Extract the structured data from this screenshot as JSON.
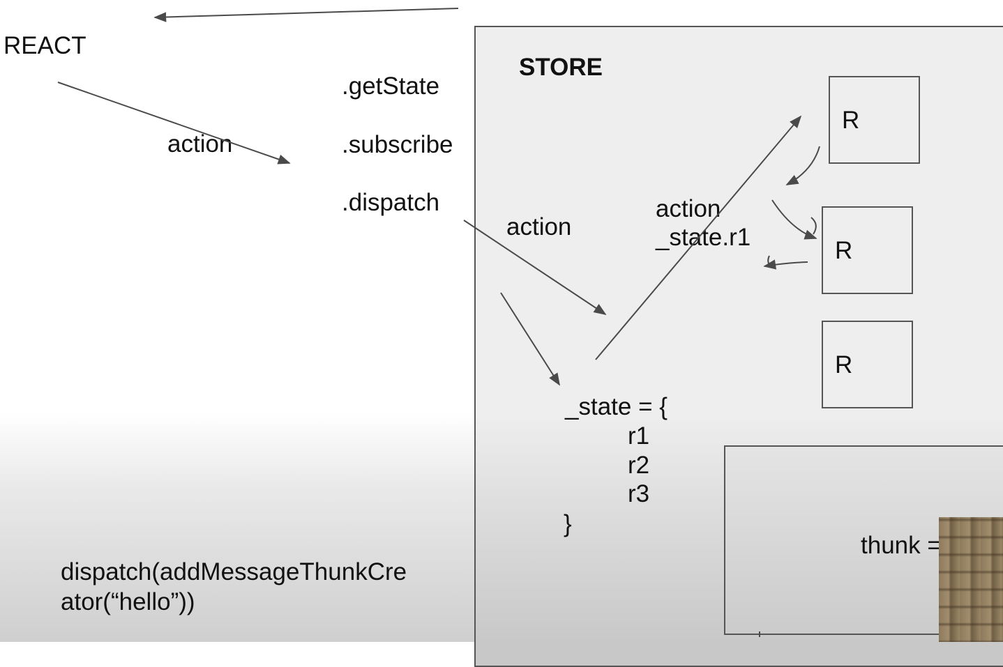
{
  "left": {
    "react_label": "REACT",
    "action_label": "action",
    "methods": {
      "get_state": ".getState",
      "subscribe": ".subscribe",
      "dispatch": ".dispatch"
    },
    "dispatch_code_line1": "dispatch(addMessageThunkCre",
    "dispatch_code_line2": "ator(“hello”))"
  },
  "store": {
    "title": "STORE",
    "action_label": "action",
    "reducer_call_line1": "action",
    "reducer_call_line2": "_state.r1",
    "reducers": [
      {
        "label": "R"
      },
      {
        "label": "R"
      },
      {
        "label": "R"
      }
    ],
    "state_lines": [
      "_state = {",
      "r1",
      "r2",
      "r3",
      "}"
    ],
    "thunk_label": "thunk ="
  },
  "colors": {
    "arrow": "#4a4a4a",
    "border": "#555555",
    "store_fill": "#eeeeee"
  }
}
